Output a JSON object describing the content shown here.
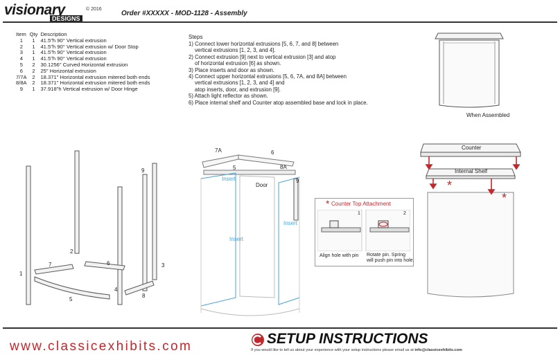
{
  "header": {
    "brand": "visionary",
    "brand_sub": "DESIGNS",
    "year": "© 2016",
    "order_title": "Order #XXXXX -  MOD-1128 - Assembly"
  },
  "parts": {
    "headers": [
      "Item",
      "Qty",
      "Description"
    ],
    "rows": [
      [
        "1",
        "1",
        "41.5\"h 90° Vertical extrusion"
      ],
      [
        "2",
        "1",
        "41.5\"h 90° Vertical extrusion w/ Door Stop"
      ],
      [
        "3",
        "1",
        "41.5\"h 90° Vertical extrusion"
      ],
      [
        "4",
        "1",
        "41.5\"h 90° Vertical extrusion"
      ],
      [
        "5",
        "2",
        "30.1256\" Curved Horizontal extrusion"
      ],
      [
        "6",
        "2",
        "25\" Horizontal extrusion"
      ],
      [
        "7/7A",
        "2",
        "18.371\" Horizontal extrusion mitered both ends"
      ],
      [
        "8/8A",
        "2",
        "18.371\" Horizontal extrusion mitered both ends"
      ],
      [
        "9",
        "1",
        "37.918\"h Vertical extrusion w/ Door Hinge"
      ]
    ]
  },
  "steps": {
    "title": "Steps",
    "items": [
      {
        "line1": "1) Connect lower horizontal extrusions [5, 6, 7, and 8] between",
        "line2": "vertical extrusions [1, 2, 3, and 4]."
      },
      {
        "line1": "2) Connect extrusion [9] next to vertical extrusion [3] and atop",
        "line2": "of horizontal extrusion [6] as shown."
      },
      {
        "line1": "3) Place inserts and door as shown.",
        "line2": ""
      },
      {
        "line1": "4) Connect upper horizontal extrusions [5, 6, 7A, and 8A] between",
        "line2": "vertical extrusions [1, 2, 3, and 4] and",
        "line3": "atop inserts, door, and extrusion [9]."
      },
      {
        "line1": "5) Attach light reflector as shown.",
        "line2": ""
      },
      {
        "line1": "6) Place internal shelf and Counter atop assembled base and lock in place.",
        "line2": ""
      }
    ]
  },
  "labels": {
    "when_assembled": "When Assembled",
    "counter": "Counter",
    "internal_shelf": "Internal Shelf",
    "n1": "1",
    "n2": "2",
    "n3": "3",
    "n4": "4",
    "n5": "5",
    "n6": "6",
    "n7": "7",
    "n8": "8",
    "n9": "9",
    "n7a": "7A",
    "n8a": "8A",
    "door": "Door",
    "insert": "Insert",
    "counter_top_attachment": "Counter Top Attachment",
    "ca_step1": "1",
    "ca_step2": "2",
    "ca_caption1": "Align hole with pin",
    "ca_caption2_a": "Rotate pin. Spring",
    "ca_caption2_b": "will push pin into hole.",
    "asterisk": "*"
  },
  "footer": {
    "website": "www.classicexhibits.com",
    "setup_title": "SETUP INSTRUCTIONS",
    "feedback_prefix": "If you would like to tell us about your experience with your setup instructions please email us at ",
    "feedback_email": "info@classicexhibits.com"
  },
  "colors": {
    "accent_red": "#c0282d",
    "insert_blue": "#4aa3d8"
  }
}
